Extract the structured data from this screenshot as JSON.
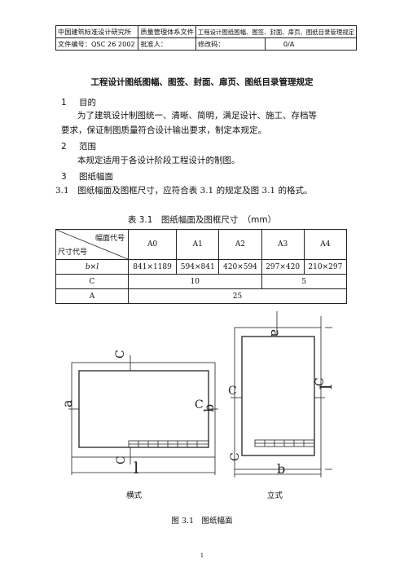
{
  "header": {
    "row1": [
      "中国建筑标准设计研究所",
      "质量管理体系文件",
      "工程设计图纸图幅、图签、封面、扉页、图纸目录管理规定"
    ],
    "row2": [
      "文件编号：QSC 26 2002",
      "批准人：",
      "修改码：",
      "0/A"
    ]
  },
  "doc_title": "工程设计图纸图幅、图签、封面、扉页、图纸目录管理规定",
  "sections": [
    {
      "num": "1",
      "title": "目的"
    },
    {
      "num": "2",
      "title": "范围"
    },
    {
      "num": "3",
      "title": "图纸幅面"
    }
  ],
  "paragraphs": {
    "purpose_line1": "为了建筑设计制图统一、清晰、简明，满足设计、施工、存档等",
    "purpose_line2": "要求，保证制图质量符合设计输出要求，制定本规定。",
    "scope": "本规定适用于各设计阶段工程设计的制图。",
    "clause_3_1": "3.1　图纸幅面及图框尺寸，应符合表 3.1 的规定及图 3.1 的格式。"
  },
  "table": {
    "caption": "表 3.1　图纸幅面及图框尺寸　（mm）",
    "corner_top": "幅面代号",
    "corner_bottom": "尺寸代号",
    "columns": [
      "A0",
      "A1",
      "A2",
      "A3",
      "A4"
    ],
    "row_bxl": {
      "label": "b×l",
      "values": [
        "841×1189",
        "594×841",
        "420×594",
        "297×420",
        "210×297"
      ]
    },
    "row_c": {
      "label": "C",
      "value_a0_a2": "10",
      "value_a3_a4": "5"
    },
    "row_a": {
      "label": "A",
      "value": "25"
    }
  },
  "figure": {
    "landscape_label": "横式",
    "portrait_label": "立式",
    "caption": "图 3.1　图纸幅面",
    "dim_c": "C",
    "dim_a": "a",
    "dim_b": "b",
    "dim_l": "l"
  },
  "page_number": "1"
}
